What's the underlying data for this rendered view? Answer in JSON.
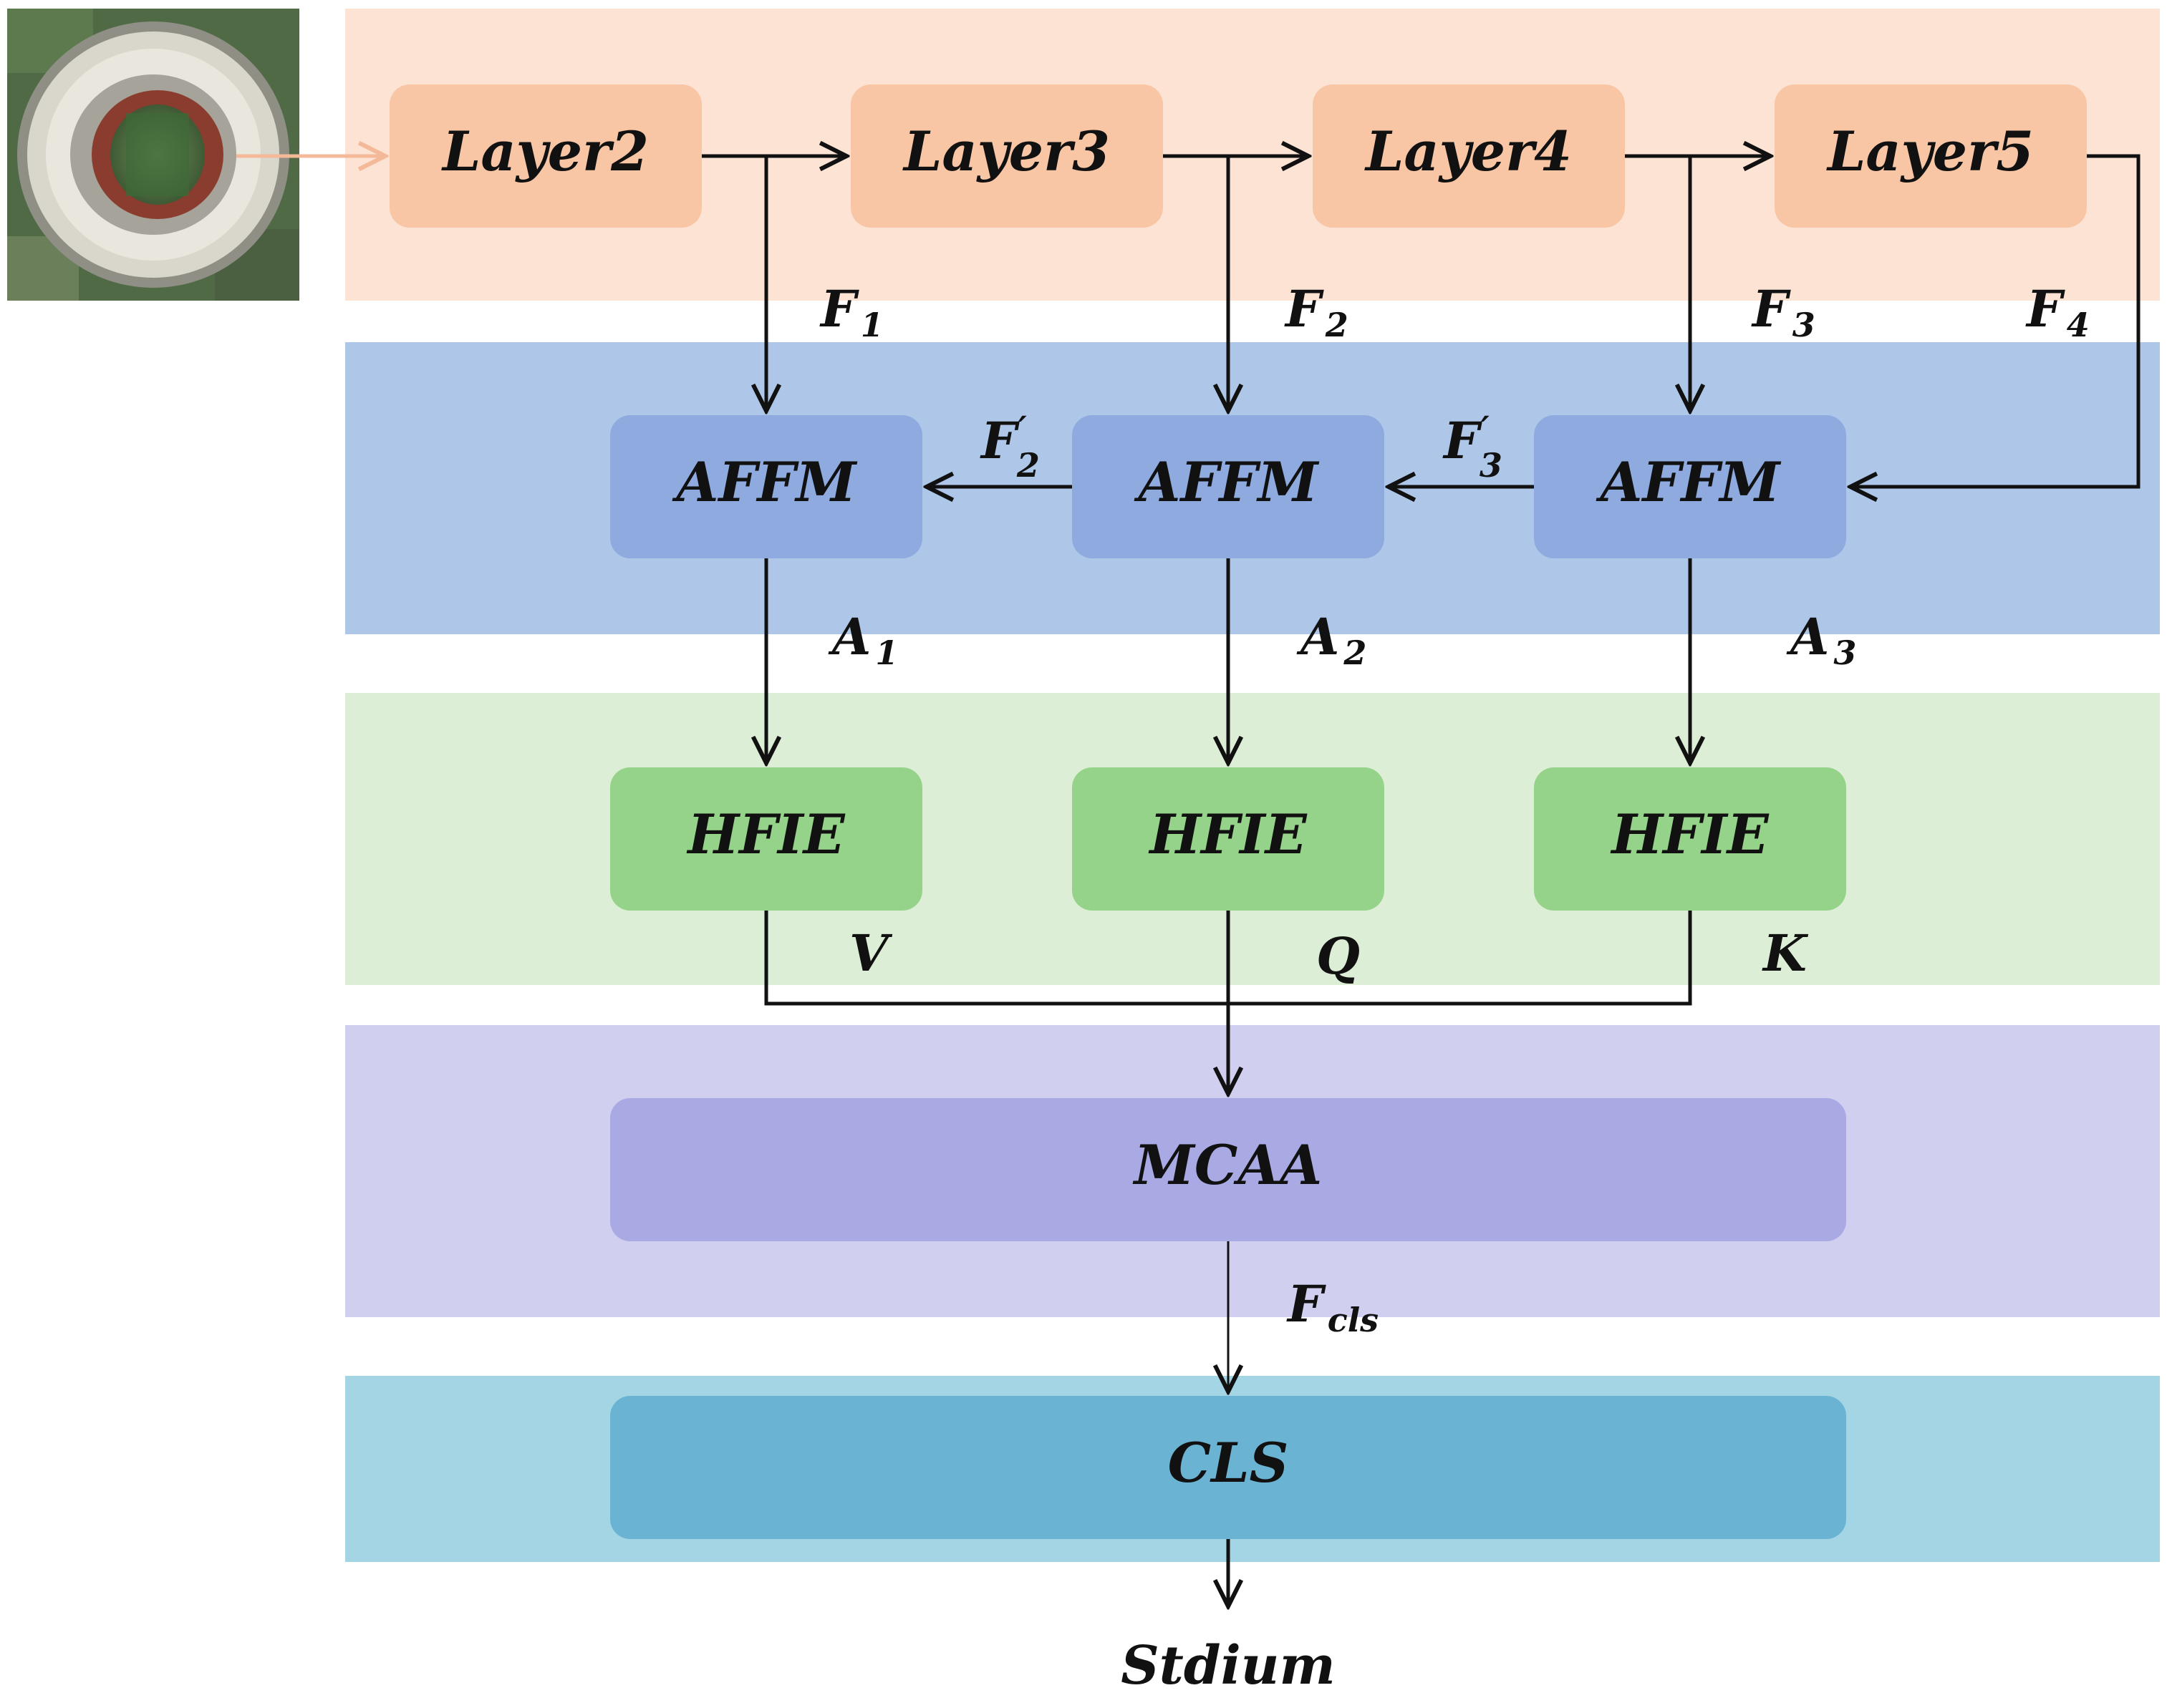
{
  "colors": {
    "backbone_band": "#fde3d4",
    "backbone_box": "#f8c6a5",
    "affm_band": "#aec7e9",
    "affm_box": "#8eaadf",
    "hfie_band": "#ddeed6",
    "hfie_box": "#96d38a",
    "mcaa_band": "#d0cff0",
    "mcaa_box": "#a9a9e3",
    "cls_band": "#a3d5e4",
    "cls_box": "#6ab3d3",
    "arrow": "#111111",
    "input_arrow": "#f4b999"
  },
  "input_image": {
    "icon": "stadium-aerial-photo"
  },
  "backbone": {
    "layers": [
      "Layer2",
      "Layer3",
      "Layer4",
      "Layer5"
    ]
  },
  "features": {
    "F1": {
      "base": "F",
      "sub": "1"
    },
    "F2": {
      "base": "F",
      "sub": "2"
    },
    "F3": {
      "base": "F",
      "sub": "3"
    },
    "F4": {
      "base": "F",
      "sub": "4"
    }
  },
  "affm": {
    "label": "AFFM",
    "fused": {
      "F2p": {
        "base": "F",
        "prime": "′",
        "sub": "2"
      },
      "F3p": {
        "base": "F",
        "prime": "′",
        "sub": "3"
      }
    }
  },
  "attention": {
    "A1": {
      "base": "A",
      "sub": "1"
    },
    "A2": {
      "base": "A",
      "sub": "2"
    },
    "A3": {
      "base": "A",
      "sub": "3"
    }
  },
  "hfie": {
    "label": "HFIE",
    "outputs": [
      "V",
      "Q",
      "K"
    ]
  },
  "mcaa": {
    "label": "MCAA"
  },
  "fcls": {
    "base": "F",
    "sub": "cls"
  },
  "cls": {
    "label": "CLS"
  },
  "output": {
    "label": "Stdium"
  }
}
